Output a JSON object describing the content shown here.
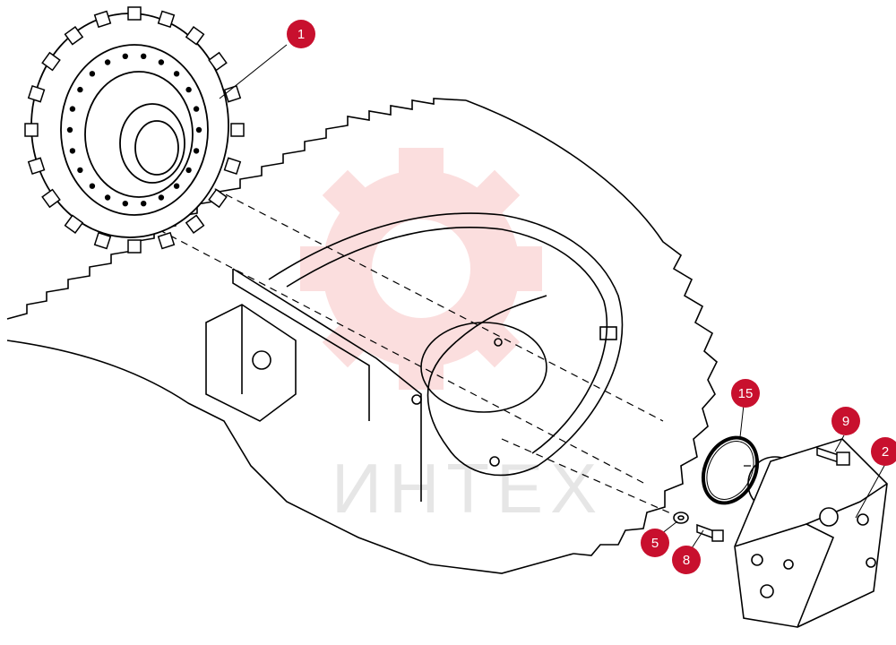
{
  "diagram": {
    "accent_color": "#c8102e",
    "line_color": "#000000",
    "watermark_text": "ИНТЕХ",
    "callouts": [
      {
        "id": "1",
        "label": "1"
      },
      {
        "id": "2",
        "label": "2"
      },
      {
        "id": "5",
        "label": "5"
      },
      {
        "id": "8",
        "label": "8"
      },
      {
        "id": "9",
        "label": "9"
      },
      {
        "id": "15",
        "label": "15"
      }
    ]
  }
}
